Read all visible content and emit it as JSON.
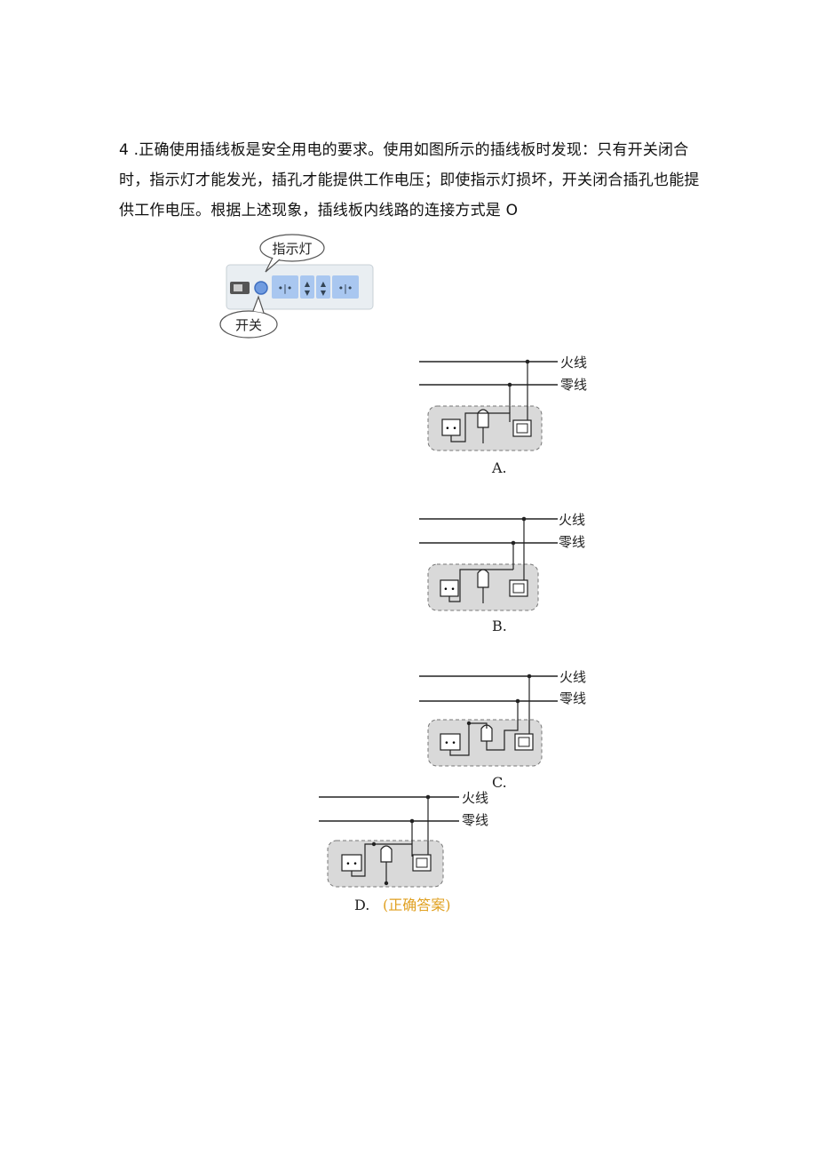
{
  "question": {
    "number": "4",
    "line1": ".正确使用插线板是安全用电的要求。使用如图所示的插线板时发现：只有开关闭合",
    "line2": "时，指示灯才能发光，插孔才能提供工作电压；即使指示灯损坏，开关闭合插孔也能提",
    "line3": "供工作电压。根据上述现象，插线板内线路的连接方式是 O"
  },
  "photo": {
    "indicator_label": "指示灯",
    "switch_label": "开关"
  },
  "wires": {
    "live": "火线",
    "neutral": "零线"
  },
  "options": {
    "a": "A.",
    "b": "B.",
    "c": "C.",
    "d": "D.",
    "d_note": "(正确答案)"
  },
  "colors": {
    "answer": "#e0a020",
    "box_fill": "#d9d9d9",
    "socket_blue": "#a9c7f0"
  }
}
